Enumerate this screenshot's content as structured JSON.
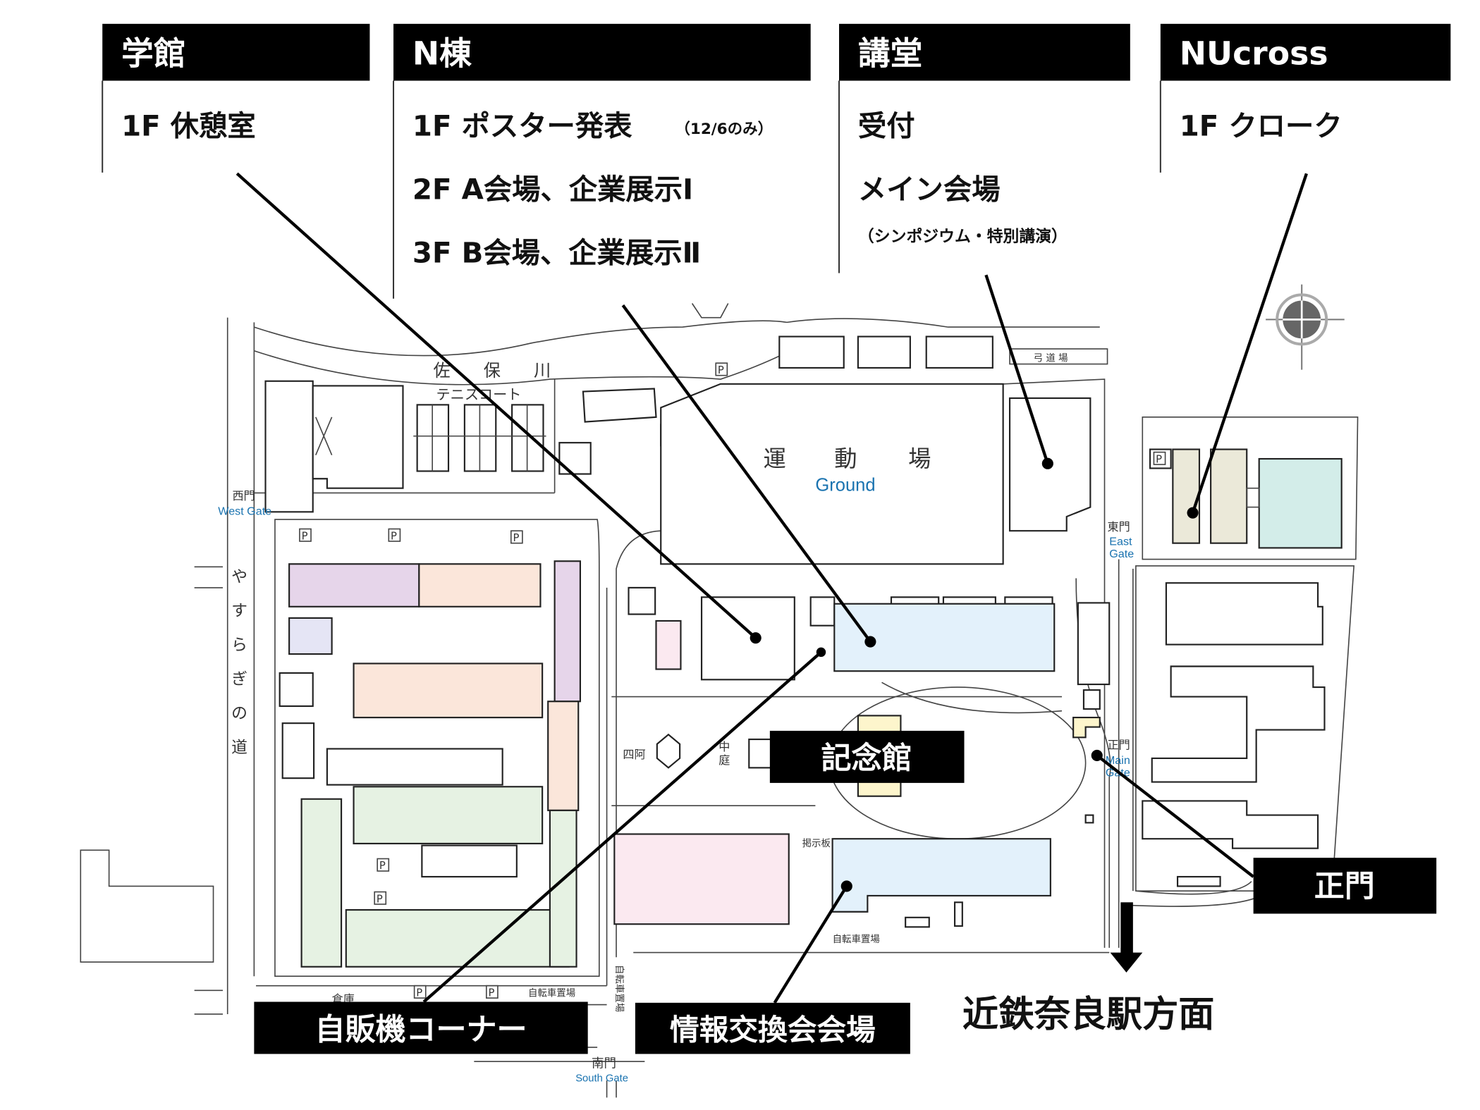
{
  "colors": {
    "purple": "#e6d5ea",
    "peach": "#fbe6da",
    "lavender": "#e5e5f5",
    "green": "#e6f2e3",
    "pink": "#fbe9f0",
    "blue": "#e3f1fb",
    "yellow": "#fdf5cc",
    "beige": "#ebe9d9",
    "teal": "#d3ede9",
    "label_bg": "#000000",
    "gate_text": "#1a73b0"
  },
  "callouts": {
    "gakkan": {
      "title": "学館",
      "lines": [
        "1F 休憩室"
      ]
    },
    "n_building": {
      "title": "N棟",
      "lines": [
        "1F ポスター発表",
        "2F A会場、企業展示Ⅰ",
        "3F B会場、企業展示Ⅱ"
      ],
      "note": "（12/6のみ）"
    },
    "kodo": {
      "title": "講堂",
      "lines": [
        "受付",
        "メイン会場"
      ],
      "note": "（シンポジウム・特別講演）"
    },
    "nucross": {
      "title": "NUcross",
      "lines": [
        "1F クローク"
      ]
    }
  },
  "labels": {
    "kinenkan": "記念館",
    "seimon": "正門",
    "vending": "自販機コーナー",
    "exchange": "情報交換会会場",
    "station": "近鉄奈良駅方面"
  },
  "map_text": {
    "river": [
      "佐",
      "保",
      "川"
    ],
    "tennis": "テニスコート",
    "parking": "P",
    "ground_jp": [
      "運",
      "動",
      "場"
    ],
    "ground_en": "Ground",
    "west_gate_jp": "西門",
    "west_gate_en": "West Gate",
    "east_gate_jp": "東門",
    "east_gate_en": [
      "East",
      "Gate"
    ],
    "path": [
      "や",
      "す",
      "ら",
      "ぎ",
      "の",
      "道"
    ],
    "azumaya": "四阿",
    "courtyard": [
      "中",
      "庭"
    ],
    "kyudojo": "弓 道 場",
    "main_gate_jp": "正門",
    "main_gate_en": [
      "Main",
      "Gate"
    ],
    "board": "掲示板",
    "bike1": "自転車置場",
    "bike2": "自転車置場",
    "bike3": "自転車置場",
    "storage": "倉庫",
    "south_gate_jp": "南門",
    "south_gate_en": "South Gate"
  },
  "icons": {
    "compass": "compass-icon",
    "arrow": "arrow-down-icon"
  }
}
